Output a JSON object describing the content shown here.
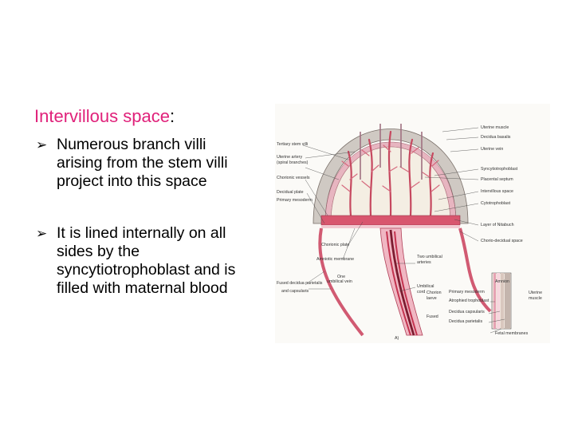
{
  "heading": {
    "title": "Intervillous space",
    "colon": ":"
  },
  "bullets": [
    {
      "marker": "➢",
      "lines": [
        "Numerous branch villi",
        "arising from the stem villi",
        "project into this space"
      ]
    },
    {
      "marker": "➢",
      "lines": [
        "It is lined internally on all",
        "sides by the",
        "syncytiotrophoblast and is",
        "filled with maternal blood"
      ]
    }
  ],
  "figure": {
    "left_labels": [
      "Tertiary stem villi",
      "Uterine artery",
      "(spiral branches)",
      "Chorionic vessels",
      "Decidual plate",
      "Primary mesoderm",
      "Chorionic plate",
      "Amniotic membrane",
      "One",
      "umbilical vein",
      "Fused decidua parietalis",
      "and capsularis"
    ],
    "right_labels": [
      "Uterine muscle",
      "Decidua basalis",
      "Uterine vein",
      "Syncytiotrophoblast",
      "Placental septum",
      "Intervillous space",
      "Cytotrophoblast",
      "Layer of Nitabuch",
      "Chorio-decidual space",
      "Two umbilical",
      "arteries",
      "Umbilical",
      "cord",
      "Amnion",
      "Chorion",
      "laeve",
      "Primary mesoderm",
      "Atrophied trophoblast",
      "Decidua capsularis",
      "Fused",
      "Decidua parietalis",
      "Uterine",
      "muscle",
      "Fetal membranes"
    ],
    "panel_tag": "A)"
  }
}
